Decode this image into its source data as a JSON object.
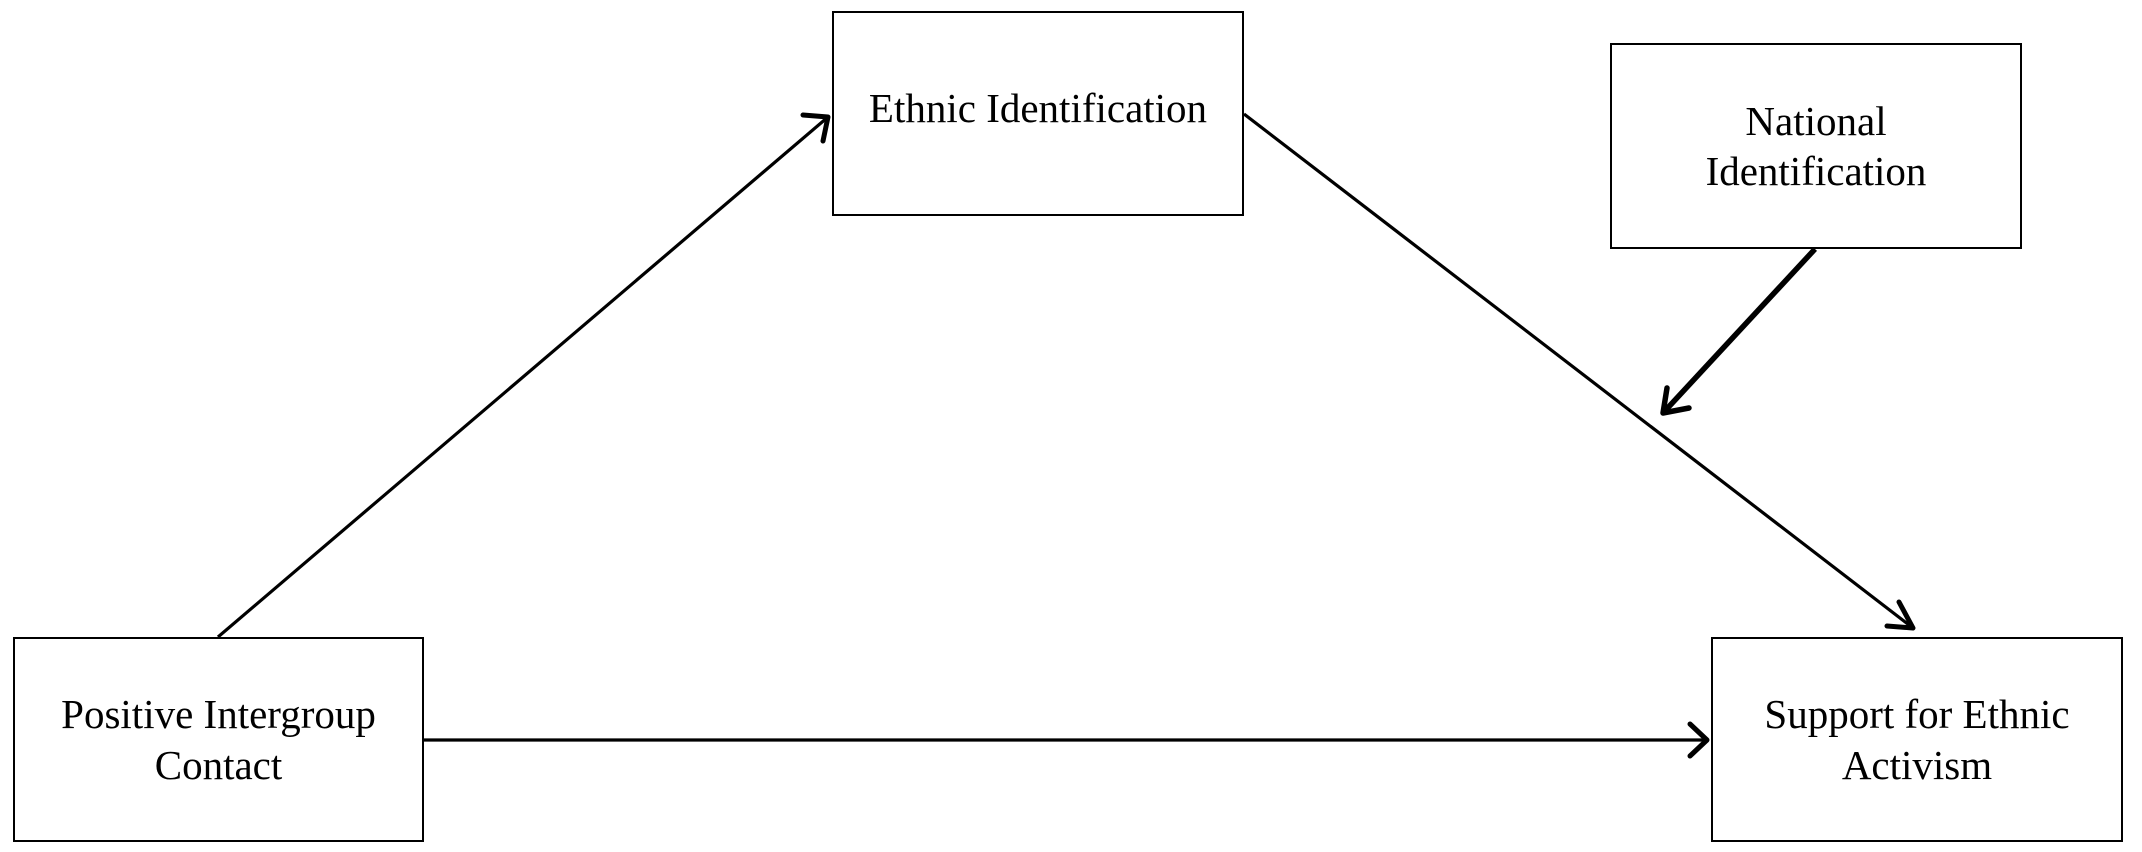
{
  "diagram": {
    "nodes": {
      "ethnic_identification": "Ethnic Identification",
      "national_identification": "National Identification",
      "positive_intergroup_contact": "Positive Intergroup Contact",
      "support_for_ethnic_activism": "Support for Ethnic Activism"
    },
    "edges": [
      {
        "from": "positive_intergroup_contact",
        "to": "ethnic_identification"
      },
      {
        "from": "ethnic_identification",
        "to": "support_for_ethnic_activism"
      },
      {
        "from": "positive_intergroup_contact",
        "to": "support_for_ethnic_activism"
      },
      {
        "from": "national_identification",
        "to": "ethnic_identification->support_for_ethnic_activism"
      }
    ],
    "colors": {
      "stroke": "#000000",
      "background": "#ffffff"
    }
  }
}
